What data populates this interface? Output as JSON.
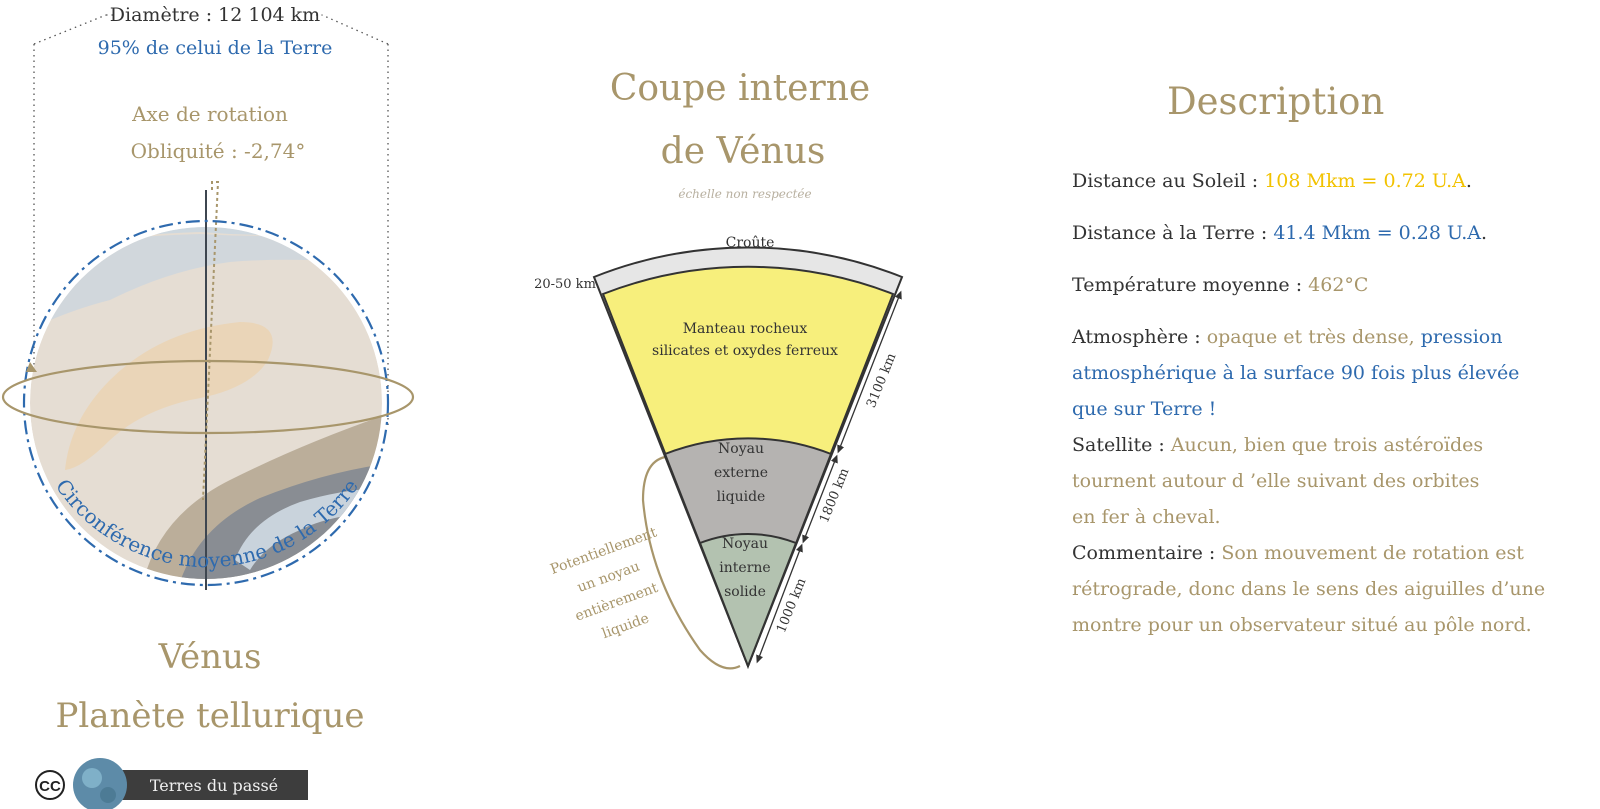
{
  "left": {
    "diameter_label": "Diamètre : 12 104 km",
    "diameter_compare": "95% de celui de la Terre",
    "axis_label": "Axe de rotation",
    "obliquity_label": "Obliquité : -2,74°",
    "circumference_label": "Circonférence moyenne de la Terre",
    "planet_name": "Vénus",
    "planet_type": "Planète tellurique"
  },
  "logo": {
    "cc": "CC",
    "brand": "Terres du passé"
  },
  "section": {
    "title_line1": "Coupe interne",
    "title_line2": "de Vénus",
    "scale_note": "échelle non respectée",
    "crust_label": "Croûte",
    "crust_depth": "20-50 km",
    "mantle_line1": "Manteau rocheux",
    "mantle_line2": "silicates et oxydes ferreux",
    "mantle_depth": "3100 km",
    "outer_core_line1": "Noyau",
    "outer_core_line2": "externe",
    "outer_core_line3": "liquide",
    "outer_core_depth": "1800 km",
    "inner_core_line1": "Noyau",
    "inner_core_line2": "interne",
    "inner_core_line3": "solide",
    "inner_core_depth": "1000 km",
    "note_line1": "Potentiellement",
    "note_line2": "un noyau",
    "note_line3": "entièrement",
    "note_line4": "liquide"
  },
  "description": {
    "title": "Description",
    "distance_sun_label": "Distance au Soleil : ",
    "distance_sun_value": "108 Mkm = 0.72 U.A",
    "distance_sun_end": ".",
    "distance_earth_label": "Distance à la Terre : ",
    "distance_earth_value": "41.4 Mkm = 0.28 U.A",
    "distance_earth_end": ".",
    "temperature_label": "Température moyenne : ",
    "temperature_value": "462°C",
    "atmosphere_label": "Atmosphère : ",
    "atmosphere_value1": "opaque et très dense, ",
    "atmosphere_value2": "pression atmosphérique à la surface 90 fois plus élevée que sur Terre !",
    "satellite_label": "Satellite : ",
    "satellite_value": "Aucun, bien que trois astéroïdes tournent autour d ’elle suivant des orbites en fer à cheval.",
    "comment_label": "Commentaire : ",
    "comment_value": "Son mouvement de rotation est rétrograde, donc dans le sens des aiguilles d’une montre pour un observateur situé au pôle nord."
  },
  "colors": {
    "gold": "#a8966b",
    "blue": "#2e6aae",
    "yellow": "#f2c200",
    "mantle": "#f7ef7c",
    "outer_core": "#b5b3b1",
    "inner_core": "#b3c2b0",
    "crust": "#e6e6e6"
  }
}
